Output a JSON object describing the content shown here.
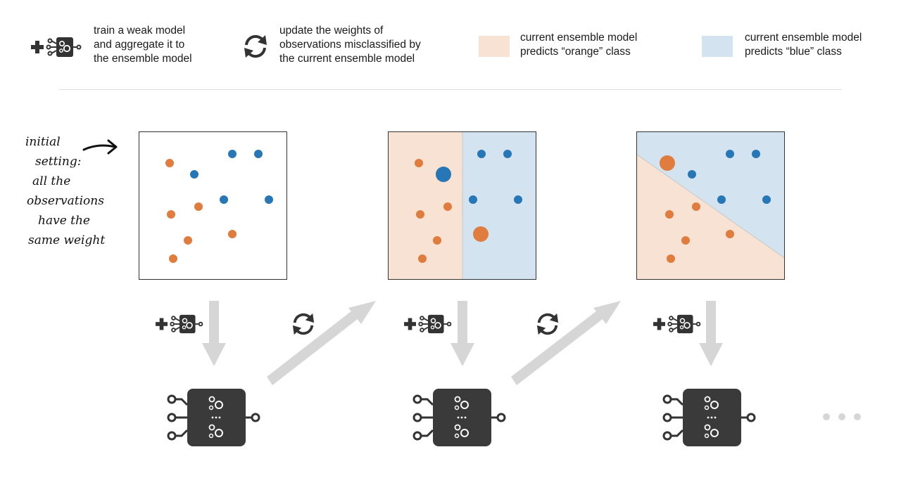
{
  "legend": {
    "train": {
      "text": "train a weak model\nand aggregate it to\nthe ensemble model",
      "icon": "add-weak-model-icon"
    },
    "update": {
      "text": "update the weights of\nobservations misclassified by\nthe current ensemble model",
      "icon": "refresh-cycle-icon"
    },
    "orange_region": {
      "text": "current ensemble model\npredicts “orange” class",
      "color": "#f7e2d4"
    },
    "blue_region": {
      "text": "current ensemble model\npredicts “blue” class",
      "color": "#d3e3ef"
    }
  },
  "annotation": {
    "lines": [
      "initial",
      "setting:",
      "all the",
      "observations",
      "have the",
      "same weight"
    ]
  },
  "colors": {
    "orange_point": "#e07c3e",
    "blue_point": "#2776b6",
    "arrow": "#d6d6d6",
    "model_box": "#3a3a3a"
  },
  "continuation": "..."
}
